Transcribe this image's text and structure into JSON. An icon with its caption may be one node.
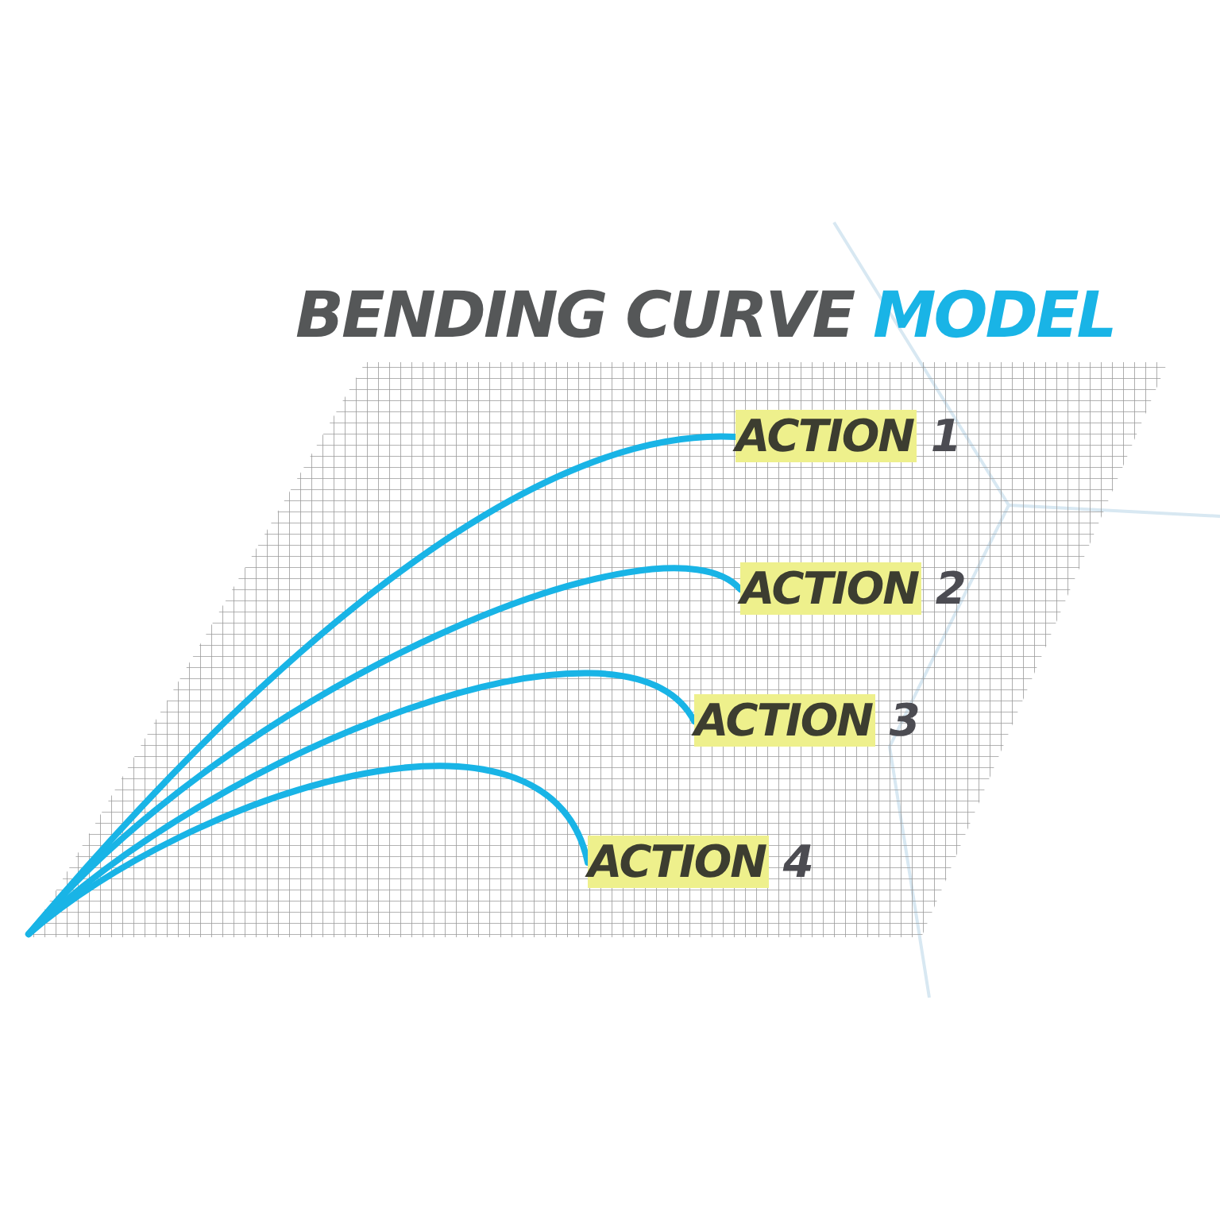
{
  "diagram": {
    "title": "BENDING CURVE MODEL",
    "nodes": [
      {
        "text": [
          "ACTION 1"
        ]
      },
      {
        "text": [
          "ACTION 2"
        ]
      },
      {
        "text": [
          "ACTION 3"
        ]
      },
      {
        "text": [
          "ACTION 4"
        ]
      }
    ],
    "edges": [
      {
        "from": null,
        "to": 0,
        "arrow": "none"
      },
      {
        "from": null,
        "to": 1,
        "arrow": "none"
      },
      {
        "from": null,
        "to": 2,
        "arrow": "none"
      },
      {
        "from": null,
        "to": 3,
        "arrow": "none"
      }
    ]
  }
}
